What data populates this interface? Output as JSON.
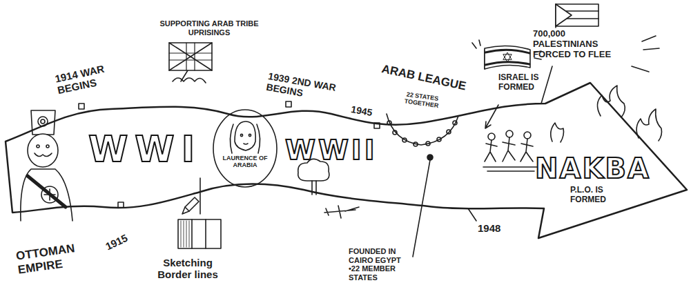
{
  "diagram": {
    "nodes": [
      {
        "text": [
          "WWI",
          "WWII",
          "NAKBA",
          "P.L.O. IS FORMED"
        ]
      }
    ],
    "labels": [
      "SUPPORTING ARAB TRIBE UPRISINGS",
      "1914 WAR BEGINS",
      "OTTOMAN EMPIRE",
      "1915",
      "Sketching Border lines",
      "LAURENCE OF ARABIA",
      "1939 2ND WAR BEGINS",
      "1945",
      "ARAB LEAGUE",
      "22 STATES TOGETHER",
      "FOUNDED IN CAIRO EGYPT •22 MEMBER STATES",
      "1948",
      "ISRAEL IS FORMED",
      "700,000 PALESTINIANS FORCED TO FLEE"
    ]
  }
}
